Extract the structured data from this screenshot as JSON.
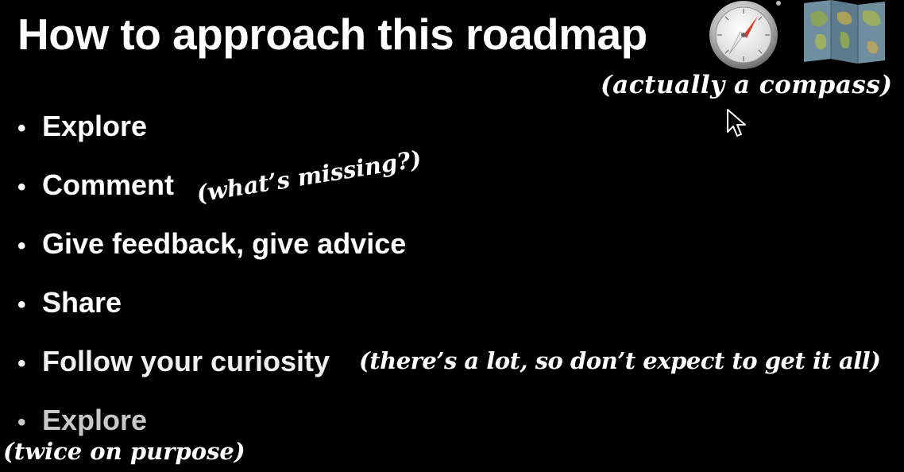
{
  "slide": {
    "title": "How to approach this roadmap",
    "bullets": [
      "Explore",
      "Comment",
      "Give feedback, give advice",
      "Share",
      "Follow your curiosity",
      "Explore"
    ],
    "bullet_glyph": "•",
    "notes": {
      "compass": "(actually a compass)",
      "missing": "(what’s missing?)",
      "lot": "(there’s a lot, so don’t expect to get it all)",
      "twice": "(twice on purpose)"
    }
  },
  "icons": [
    "compass-icon",
    "map-icon",
    "mouse-cursor-icon"
  ],
  "colors": {
    "background": "#000000",
    "text": "#ffffff"
  }
}
